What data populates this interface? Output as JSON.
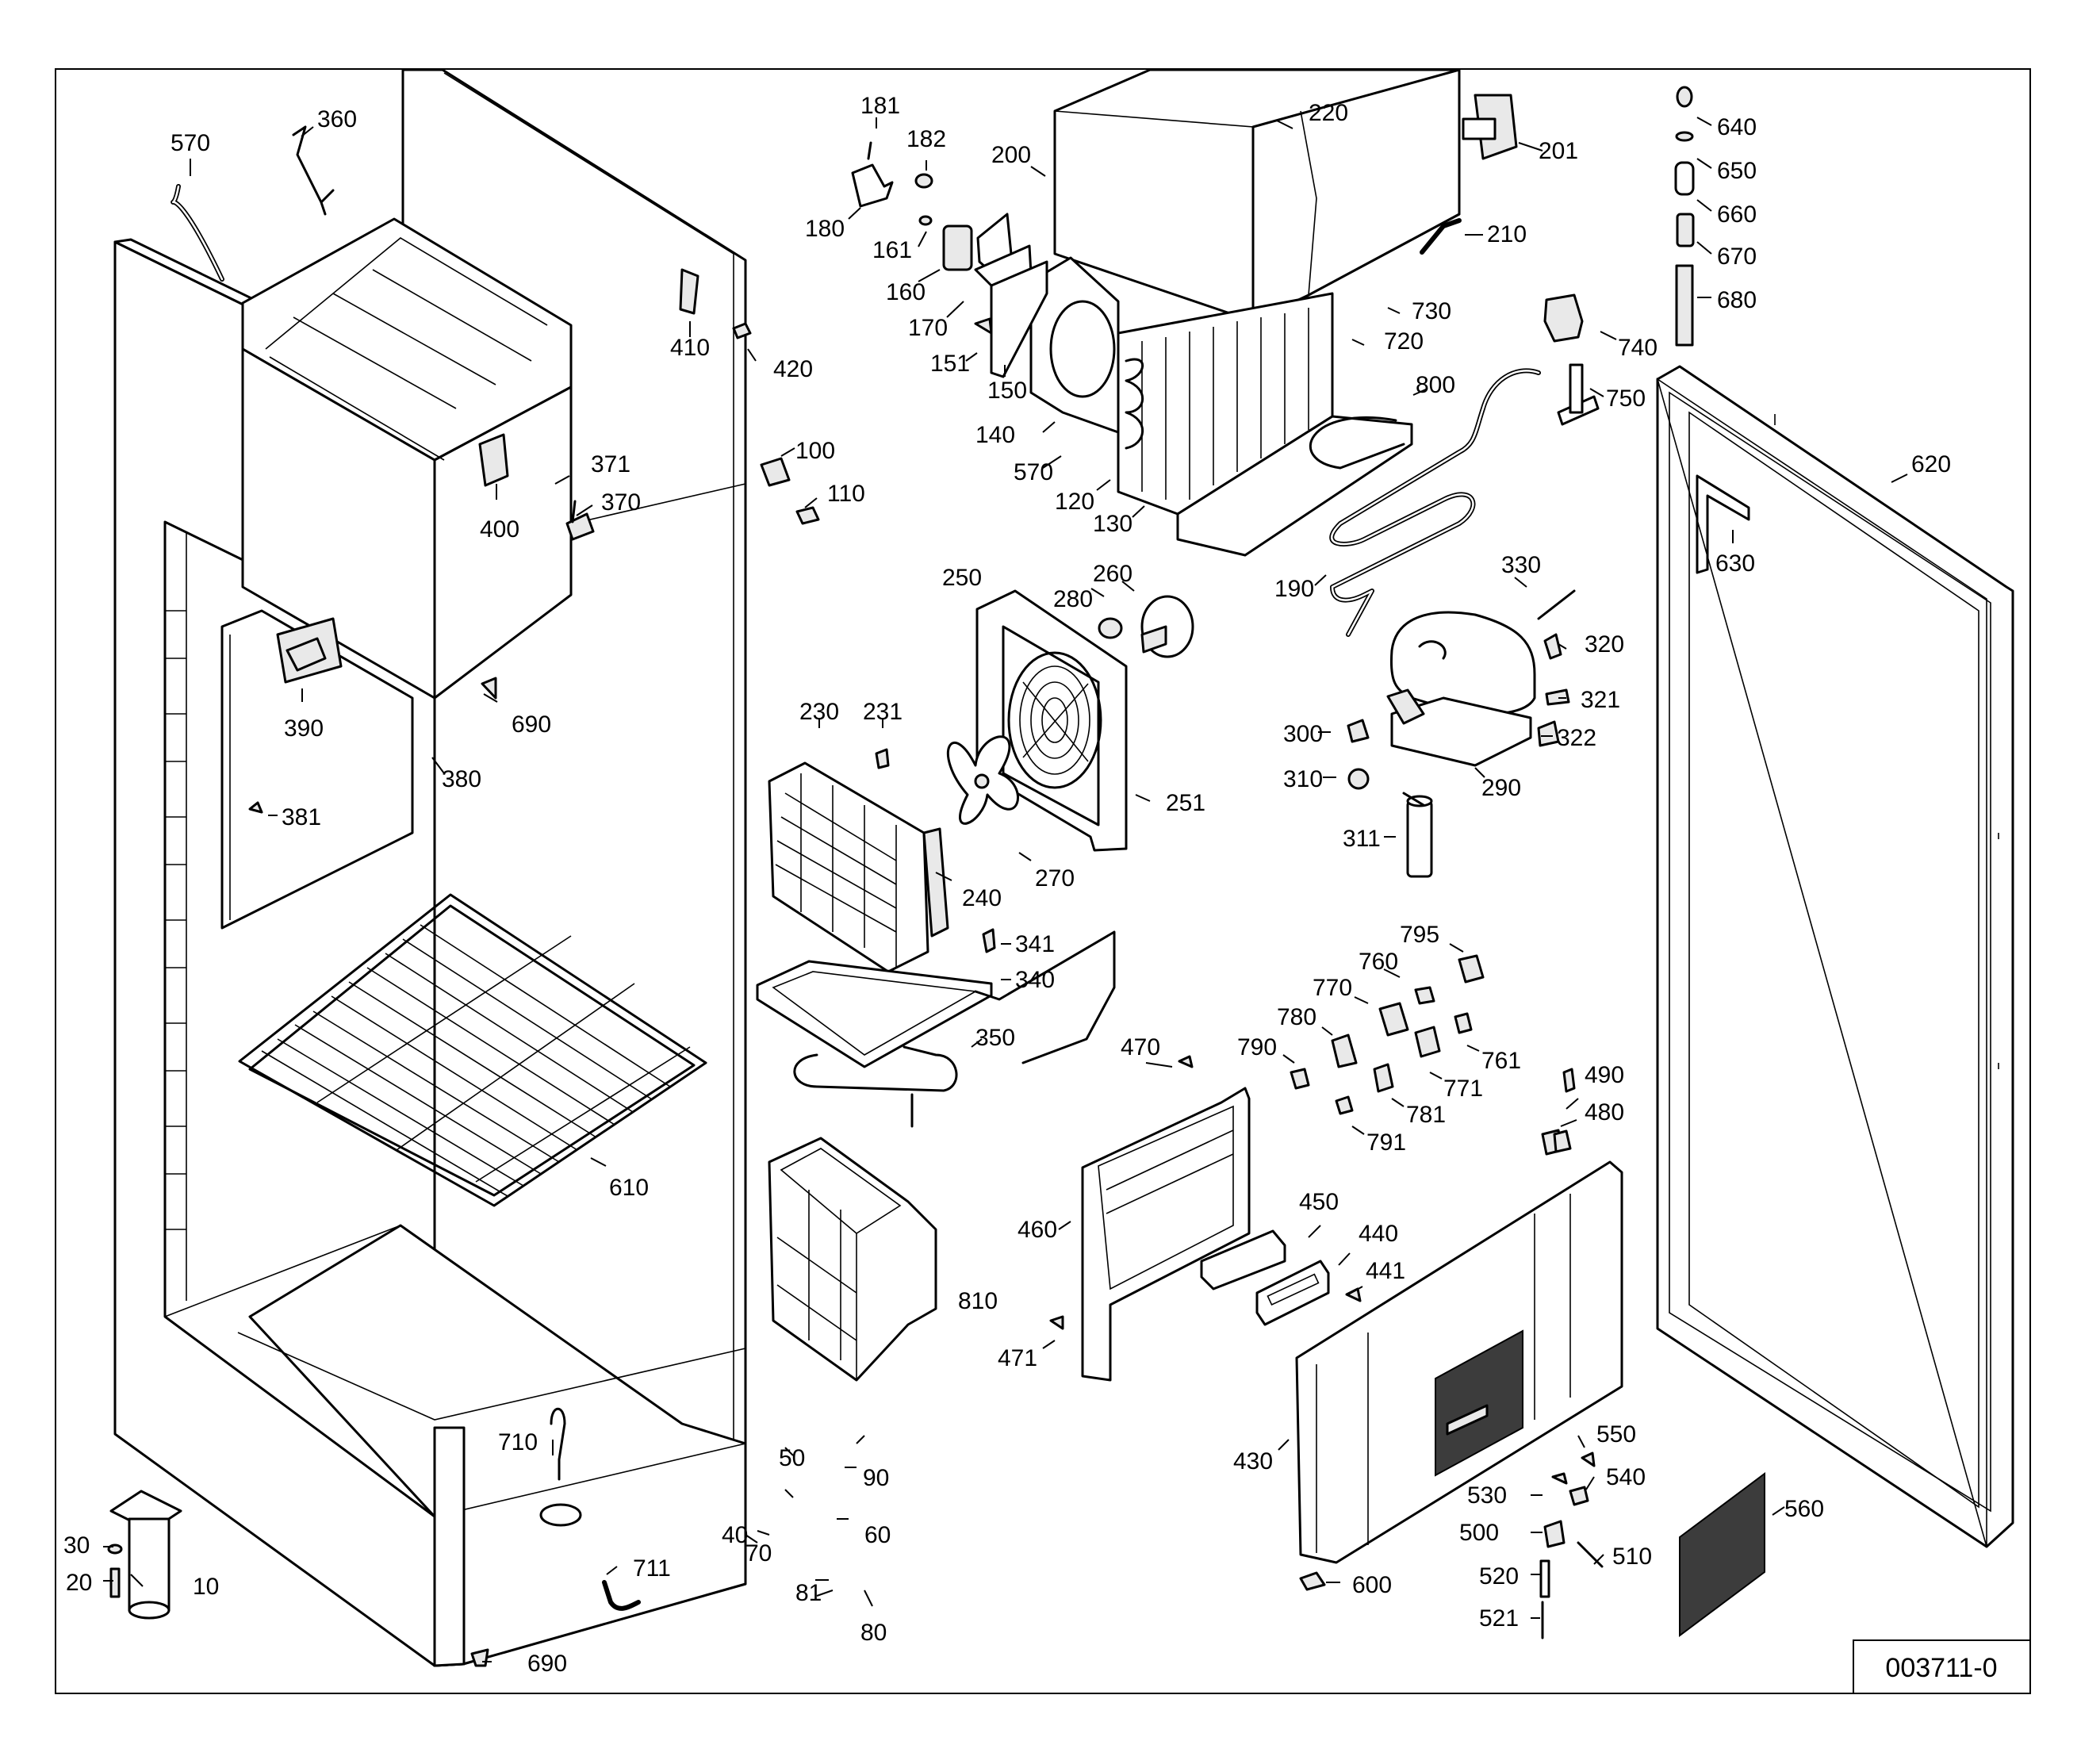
{
  "drawing_number": "003711-0",
  "callouts": [
    {
      "id": "c10",
      "text": "10"
    },
    {
      "id": "c20",
      "text": "20"
    },
    {
      "id": "c30",
      "text": "30"
    },
    {
      "id": "c40",
      "text": "40"
    },
    {
      "id": "c50",
      "text": "50"
    },
    {
      "id": "c60",
      "text": "60"
    },
    {
      "id": "c70",
      "text": "70"
    },
    {
      "id": "c80",
      "text": "80"
    },
    {
      "id": "c81",
      "text": "81"
    },
    {
      "id": "c90",
      "text": "90"
    },
    {
      "id": "c100",
      "text": "100"
    },
    {
      "id": "c110",
      "text": "110"
    },
    {
      "id": "c120",
      "text": "120"
    },
    {
      "id": "c130",
      "text": "130"
    },
    {
      "id": "c140",
      "text": "140"
    },
    {
      "id": "c150",
      "text": "150"
    },
    {
      "id": "c151",
      "text": "151"
    },
    {
      "id": "c160",
      "text": "160"
    },
    {
      "id": "c161",
      "text": "161"
    },
    {
      "id": "c170",
      "text": "170"
    },
    {
      "id": "c180",
      "text": "180"
    },
    {
      "id": "c181",
      "text": "181"
    },
    {
      "id": "c182",
      "text": "182"
    },
    {
      "id": "c190",
      "text": "190"
    },
    {
      "id": "c200",
      "text": "200"
    },
    {
      "id": "c201",
      "text": "201"
    },
    {
      "id": "c210",
      "text": "210"
    },
    {
      "id": "c220",
      "text": "220"
    },
    {
      "id": "c230",
      "text": "230"
    },
    {
      "id": "c231",
      "text": "231"
    },
    {
      "id": "c240",
      "text": "240"
    },
    {
      "id": "c250",
      "text": "250"
    },
    {
      "id": "c251",
      "text": "251"
    },
    {
      "id": "c260",
      "text": "260"
    },
    {
      "id": "c270",
      "text": "270"
    },
    {
      "id": "c280",
      "text": "280"
    },
    {
      "id": "c290",
      "text": "290"
    },
    {
      "id": "c300",
      "text": "300"
    },
    {
      "id": "c310",
      "text": "310"
    },
    {
      "id": "c311",
      "text": "311"
    },
    {
      "id": "c320",
      "text": "320"
    },
    {
      "id": "c321",
      "text": "321"
    },
    {
      "id": "c322",
      "text": "322"
    },
    {
      "id": "c330",
      "text": "330"
    },
    {
      "id": "c340",
      "text": "340"
    },
    {
      "id": "c341",
      "text": "341"
    },
    {
      "id": "c350",
      "text": "350"
    },
    {
      "id": "c360",
      "text": "360"
    },
    {
      "id": "c370",
      "text": "370"
    },
    {
      "id": "c371",
      "text": "371"
    },
    {
      "id": "c380",
      "text": "380"
    },
    {
      "id": "c381",
      "text": "381"
    },
    {
      "id": "c390",
      "text": "390"
    },
    {
      "id": "c400",
      "text": "400"
    },
    {
      "id": "c410",
      "text": "410"
    },
    {
      "id": "c420",
      "text": "420"
    },
    {
      "id": "c430",
      "text": "430"
    },
    {
      "id": "c440",
      "text": "440"
    },
    {
      "id": "c441",
      "text": "441"
    },
    {
      "id": "c450",
      "text": "450"
    },
    {
      "id": "c460",
      "text": "460"
    },
    {
      "id": "c470",
      "text": "470"
    },
    {
      "id": "c471",
      "text": "471"
    },
    {
      "id": "c480",
      "text": "480"
    },
    {
      "id": "c490",
      "text": "490"
    },
    {
      "id": "c500",
      "text": "500"
    },
    {
      "id": "c510",
      "text": "510"
    },
    {
      "id": "c520",
      "text": "520"
    },
    {
      "id": "c521",
      "text": "521"
    },
    {
      "id": "c530",
      "text": "530"
    },
    {
      "id": "c540",
      "text": "540"
    },
    {
      "id": "c550",
      "text": "550"
    },
    {
      "id": "c560",
      "text": "560"
    },
    {
      "id": "c570a",
      "text": "570"
    },
    {
      "id": "c570b",
      "text": "570"
    },
    {
      "id": "c600",
      "text": "600"
    },
    {
      "id": "c610",
      "text": "610"
    },
    {
      "id": "c620",
      "text": "620"
    },
    {
      "id": "c630",
      "text": "630"
    },
    {
      "id": "c640",
      "text": "640"
    },
    {
      "id": "c650",
      "text": "650"
    },
    {
      "id": "c660",
      "text": "660"
    },
    {
      "id": "c670",
      "text": "670"
    },
    {
      "id": "c680",
      "text": "680"
    },
    {
      "id": "c690a",
      "text": "690"
    },
    {
      "id": "c690b",
      "text": "690"
    },
    {
      "id": "c710",
      "text": "710"
    },
    {
      "id": "c711",
      "text": "711"
    },
    {
      "id": "c720",
      "text": "720"
    },
    {
      "id": "c730",
      "text": "730"
    },
    {
      "id": "c740",
      "text": "740"
    },
    {
      "id": "c750",
      "text": "750"
    },
    {
      "id": "c760",
      "text": "760"
    },
    {
      "id": "c761",
      "text": "761"
    },
    {
      "id": "c770",
      "text": "770"
    },
    {
      "id": "c771",
      "text": "771"
    },
    {
      "id": "c780",
      "text": "780"
    },
    {
      "id": "c781",
      "text": "781"
    },
    {
      "id": "c790",
      "text": "790"
    },
    {
      "id": "c791",
      "text": "791"
    },
    {
      "id": "c795",
      "text": "795"
    },
    {
      "id": "c800",
      "text": "800"
    },
    {
      "id": "c810",
      "text": "810"
    }
  ]
}
